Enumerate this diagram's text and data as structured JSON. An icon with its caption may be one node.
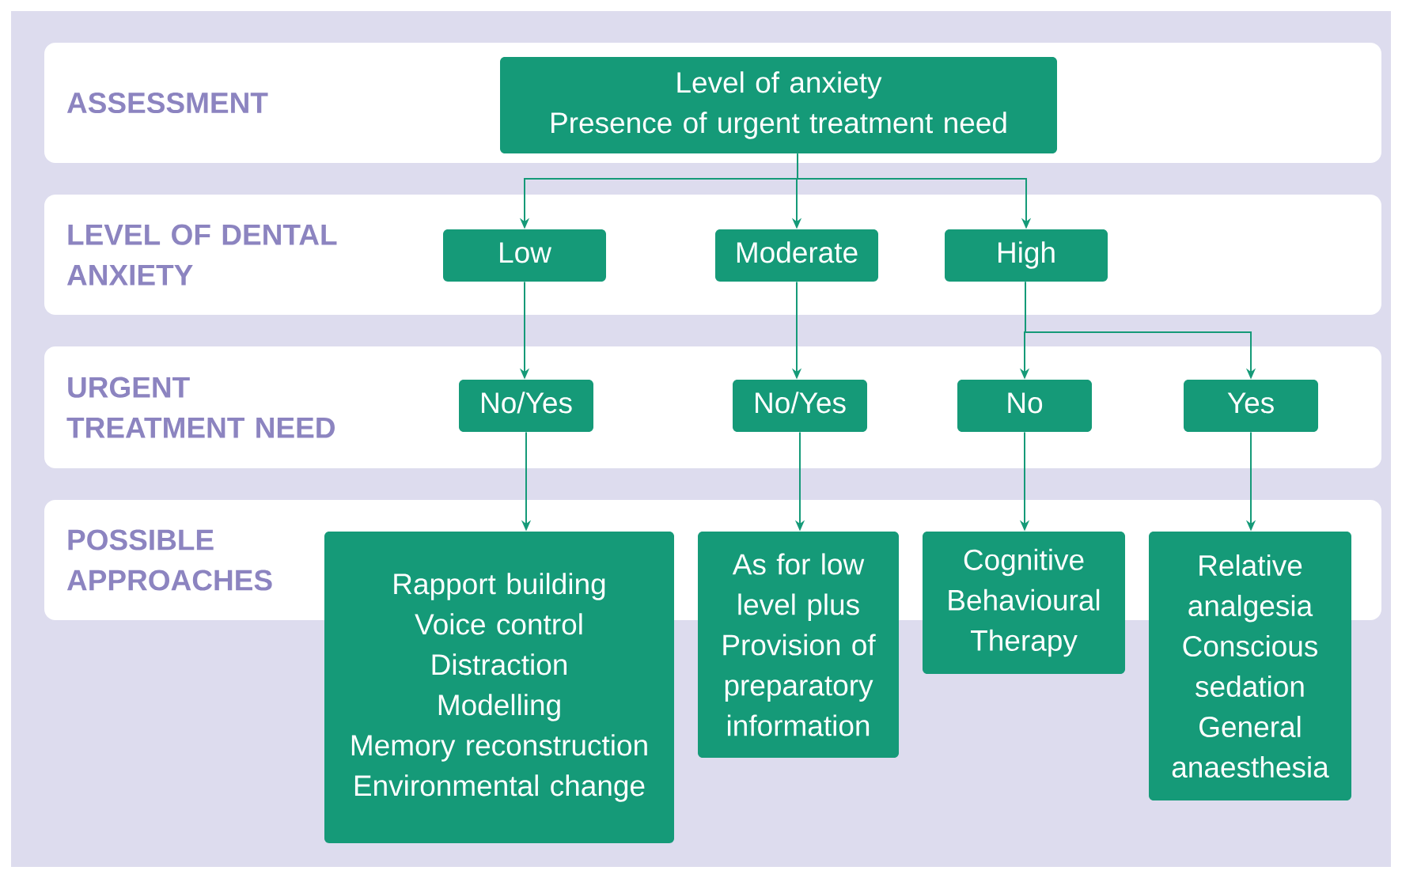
{
  "diagram": {
    "nodes": [
      {
        "text": [
          "ASSESSMENT"
        ]
      },
      {
        "text": [
          "LEVEL OF DENTAL ANXIETY"
        ]
      },
      {
        "text": [
          "URGENT TREATMENT NEED"
        ]
      },
      {
        "text": [
          "Level of anxiety",
          "Presence of urgent treatment need"
        ],
        "in": 0
      },
      {
        "text": [
          "Low"
        ],
        "in": 1
      },
      {
        "text": [
          "Moderate"
        ],
        "in": 1
      },
      {
        "text": [
          "High"
        ],
        "in": 1
      },
      {
        "text": [
          "No/Yes"
        ],
        "in": 2
      },
      {
        "text": [
          "No/Yes"
        ],
        "in": 2
      },
      {
        "text": [
          "No"
        ],
        "in": 2
      },
      {
        "text": [
          "Yes"
        ],
        "in": 2
      },
      {
        "text": [
          "Rapport building",
          "Voice control",
          "Distraction",
          "Modelling",
          "Memory reconstruction",
          "Environmental change"
        ]
      },
      {
        "text": [
          "As for low level plus",
          "Provision of preparatory information"
        ]
      },
      {
        "text": [
          "Cognitive Behavioural Therapy"
        ]
      },
      {
        "text": [
          "Relative analgesia",
          "Conscious sedation",
          "General anaesthesia"
        ]
      }
    ],
    "edges": [
      {
        "from": 3,
        "to": 4,
        "arrow": "to"
      },
      {
        "from": 3,
        "to": 5,
        "arrow": "to"
      },
      {
        "from": 3,
        "to": 6,
        "arrow": "to"
      },
      {
        "from": 4,
        "to": 7,
        "arrow": "to"
      },
      {
        "from": 5,
        "to": 8,
        "arrow": "to"
      },
      {
        "from": 6,
        "to": 9,
        "arrow": "to"
      },
      {
        "from": 6,
        "to": 10,
        "arrow": "to"
      },
      {
        "from": 7,
        "to": 11,
        "arrow": "to"
      },
      {
        "from": 8,
        "to": 12,
        "arrow": "to"
      },
      {
        "from": 9,
        "to": 13,
        "arrow": "to"
      },
      {
        "from": 10,
        "to": 14,
        "arrow": "to"
      }
    ],
    "labels": [
      "POSSIBLE APPROACHES"
    ]
  }
}
